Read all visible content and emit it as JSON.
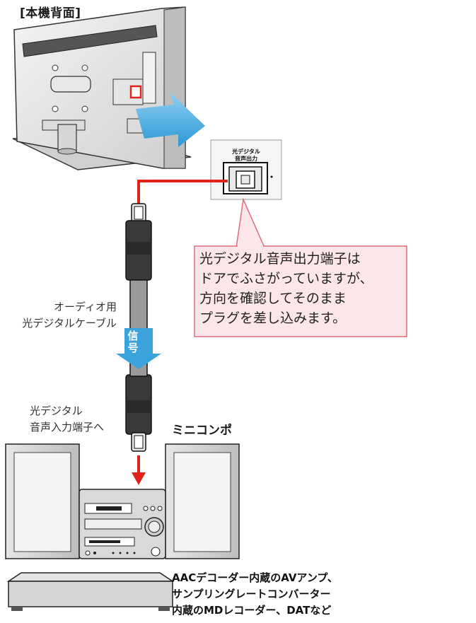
{
  "labels": {
    "rear_view": "[本機背面]",
    "port_label": "光デジタル\n音声出力",
    "callout": "光デジタル音声出力端子は\nドアでふさがっていますが、\n方向を確認してそのまま\nプラグを差し込みます。",
    "cable": "オーディオ用\n光デジタルケーブル",
    "signal": "信\n号",
    "input_terminal": "光デジタル\n音声入力端子へ",
    "system_name": "ミニコンポ",
    "other_devices": "AACデコーダー内蔵のAVアンプ、\nサンプリングレートコンバーター\n内蔵のMDレコーダー、DATなど"
  },
  "colors": {
    "red_line": "#e2231a",
    "arrow_blue": "#3aa3dc",
    "callout_fill": "#fde6ea",
    "callout_border": "#e06a7c",
    "device_gray": "#d0d0d0"
  }
}
